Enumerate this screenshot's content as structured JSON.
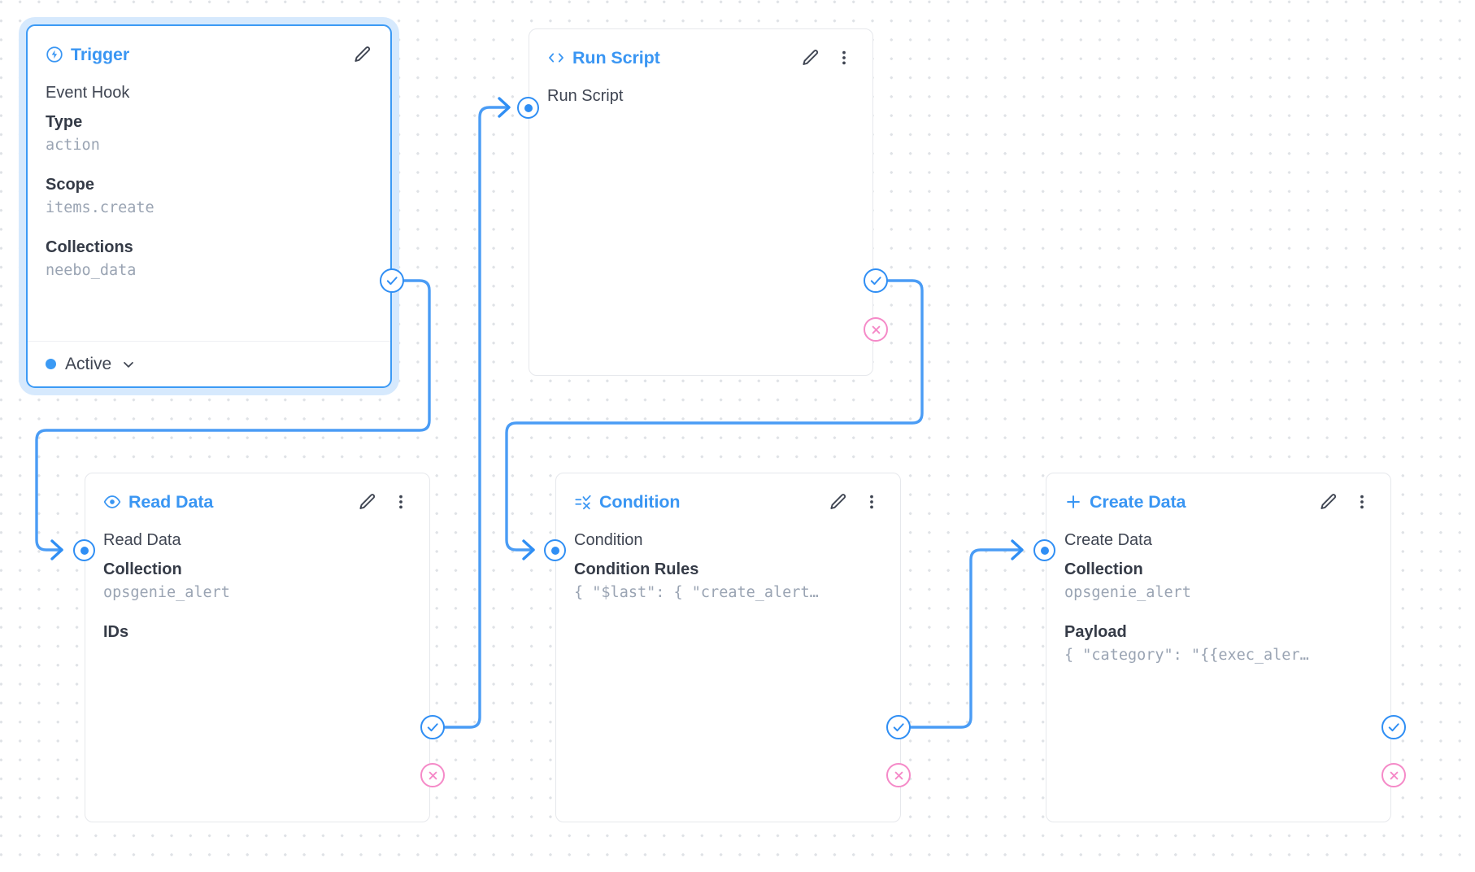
{
  "canvas": {
    "background_color": "#ffffff",
    "dot_color": "#dfe2e6",
    "accent_color": "#3a96f3",
    "reject_color": "#f58ac8",
    "wire_color": "#4a9cf5"
  },
  "nodes": [
    {
      "id": "trigger",
      "type_label": "Trigger",
      "icon": "bolt-circle-icon",
      "selected": true,
      "rows": [
        {
          "kind": "title",
          "text": "Event Hook"
        },
        {
          "kind": "label",
          "text": "Type"
        },
        {
          "kind": "value",
          "text": "action"
        },
        {
          "kind": "label",
          "text": "Scope"
        },
        {
          "kind": "value",
          "text": "items.create"
        },
        {
          "kind": "label",
          "text": "Collections"
        },
        {
          "kind": "value",
          "text": "neebo_data"
        }
      ],
      "footer": {
        "status": "Active",
        "status_color": "#3b9af4",
        "chevron": "chevron-down-icon"
      },
      "actions": [
        "edit-icon"
      ],
      "ports": {
        "input": false,
        "resolve": true,
        "reject": false
      }
    },
    {
      "id": "run-script",
      "type_label": "Run Script",
      "icon": "code-brackets-icon",
      "selected": false,
      "rows": [
        {
          "kind": "title",
          "text": "Run Script"
        }
      ],
      "actions": [
        "edit-icon",
        "more-vertical-icon"
      ],
      "ports": {
        "input": true,
        "resolve": true,
        "reject": true
      }
    },
    {
      "id": "read-data",
      "type_label": "Read Data",
      "icon": "eye-icon",
      "selected": false,
      "rows": [
        {
          "kind": "title",
          "text": "Read Data"
        },
        {
          "kind": "label",
          "text": "Collection"
        },
        {
          "kind": "value",
          "text": "opsgenie_alert"
        },
        {
          "kind": "label",
          "text": "IDs"
        }
      ],
      "actions": [
        "edit-icon",
        "more-vertical-icon"
      ],
      "ports": {
        "input": true,
        "resolve": true,
        "reject": true
      }
    },
    {
      "id": "condition",
      "type_label": "Condition",
      "icon": "condition-filter-icon",
      "selected": false,
      "rows": [
        {
          "kind": "title",
          "text": "Condition"
        },
        {
          "kind": "label",
          "text": "Condition Rules"
        },
        {
          "kind": "value",
          "text": "{ \"$last\": { \"create_alert…"
        }
      ],
      "actions": [
        "edit-icon",
        "more-vertical-icon"
      ],
      "ports": {
        "input": true,
        "resolve": true,
        "reject": true
      }
    },
    {
      "id": "create-data",
      "type_label": "Create Data",
      "icon": "plus-icon",
      "selected": false,
      "rows": [
        {
          "kind": "title",
          "text": "Create Data"
        },
        {
          "kind": "label",
          "text": "Collection"
        },
        {
          "kind": "value",
          "text": "opsgenie_alert"
        },
        {
          "kind": "label",
          "text": "Payload"
        },
        {
          "kind": "value",
          "text": "{ \"category\": \"{{exec_aler…"
        }
      ],
      "actions": [
        "edit-icon",
        "more-vertical-icon"
      ],
      "ports": {
        "input": true,
        "resolve": true,
        "reject": true
      }
    }
  ]
}
